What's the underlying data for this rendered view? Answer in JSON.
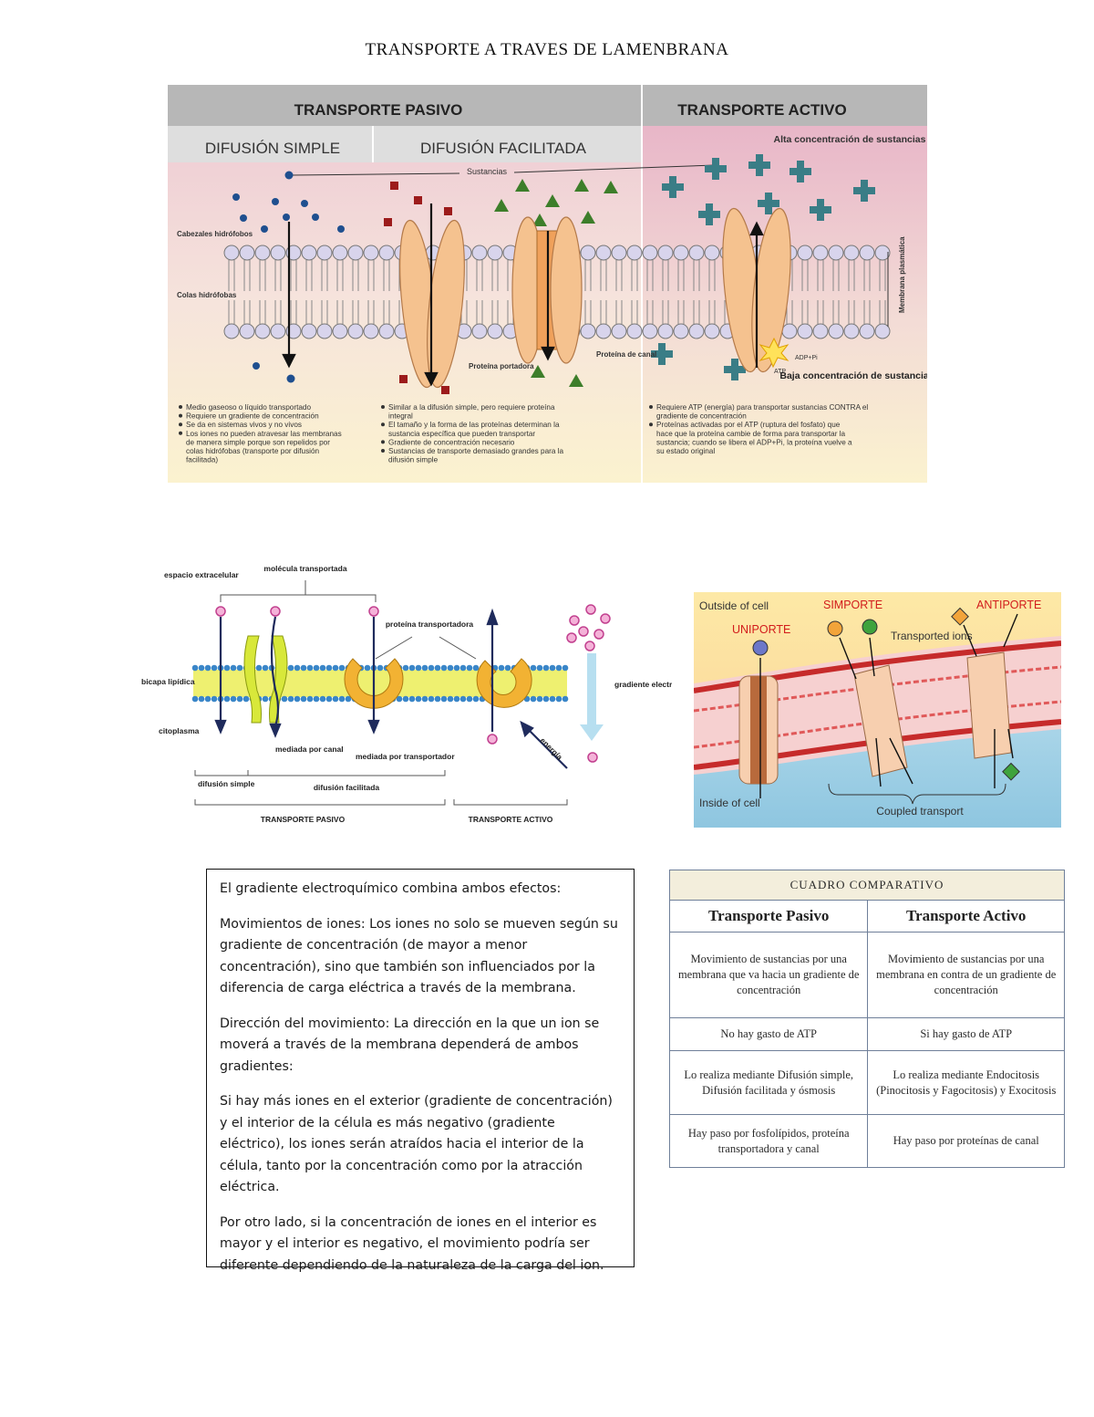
{
  "page": {
    "title": "TRANSPORTE A TRAVES DE LAMENBRANA"
  },
  "figure1": {
    "header_pasivo": "TRANSPORTE PASIVO",
    "header_activo": "TRANSPORTE ACTIVO",
    "sub_simple": "DIFUSIÓN SIMPLE",
    "sub_facilitada": "DIFUSIÓN FACILITADA",
    "label_sustancias": "Sustancias",
    "label_alta": "Alta concentración de sustancias",
    "label_baja": "Baja concentración de sustancias",
    "label_cabezales": "Cabezales hidrófobos",
    "label_colas": "Colas hidrófobas",
    "label_membrana": "Membrana plasmática",
    "label_portadora": "Proteína portadora",
    "label_canal": "Proteína de canal",
    "label_atp": "ATP",
    "label_adp": "ADP+Pi",
    "notes_simple": [
      "Medio gaseoso o líquido transportado",
      "Requiere un gradiente de concentración",
      "Se da en sistemas vivos y no vivos",
      "Los iones no pueden atravesar las membranas de manera simple porque son repelidos por colas hidrófobas (transporte por difusión facilitada)"
    ],
    "notes_facilitada": [
      "Similar a la difusión simple, pero requiere proteína integral",
      "El tamaño y la forma de las proteínas determinan la sustancia específica que pueden transportar",
      "Gradiente de concentración necesario",
      "Sustancias de transporte demasiado grandes para la difusión simple"
    ],
    "notes_activo": [
      "Requiere ATP (energía) para transportar sustancias CONTRA el gradiente de concentración",
      "Proteínas activadas por el ATP (ruptura del fosfato) que hace que la proteína cambie de forma para transportar la sustancia; cuando se libera el ADP+Pi, la proteína vuelve a su estado original"
    ]
  },
  "figure2": {
    "label_espacio": "espacio extracelular",
    "label_molecula": "molécula transportada",
    "label_proteina": "proteína transportadora",
    "label_bicapa": "bicapa lipídica",
    "label_citoplasma": "citoplasma",
    "label_gradiente": "gradiente electroquímico",
    "label_canal": "mediada por canal",
    "label_transportador": "mediada por transportador",
    "label_energia": "energía",
    "label_difusion_simple": "difusión simple",
    "label_difusion_facilitada": "difusión facilitada",
    "label_pasivo": "TRANSPORTE PASIVO",
    "label_activo": "TRANSPORTE ACTIVO"
  },
  "figure3": {
    "label_outside": "Outside of cell",
    "label_inside": "Inside of cell",
    "label_uniporte": "UNIPORTE",
    "label_simporte": "SIMPORTE",
    "label_antiporte": "ANTIPORTE",
    "label_transported": "Transported ions",
    "label_coupled": "Coupled transport"
  },
  "textbox": {
    "p1": "El gradiente electroquímico combina ambos efectos:",
    "p2": "Movimientos de iones: Los iones no solo se mueven según su gradiente de concentración (de mayor a menor concentración), sino que también son influenciados por la diferencia de carga eléctrica a través de la membrana.",
    "p3": "Dirección del movimiento: La dirección en la que un ion se moverá a través de la membrana dependerá de ambos gradientes:",
    "p4": "Si hay más iones en el exterior (gradiente de concentración) y el interior de la célula es más negativo (gradiente eléctrico), los iones serán atraídos hacia el interior de la célula, tanto por la concentración como por la atracción eléctrica.",
    "p5": "Por otro lado, si la concentración de iones en el interior es mayor y el interior es negativo, el movimiento podría ser diferente dependiendo de la naturaleza de la carga del ion."
  },
  "comparativo": {
    "caption": "CUADRO COMPARATIVO",
    "col_pasivo": "Transporte Pasivo",
    "col_activo": "Transporte Activo",
    "rows": [
      [
        "Movimiento de sustancias por una membrana que va hacia un gradiente de concentración",
        "Movimiento de sustancias por una membrana en contra de un gradiente de concentración"
      ],
      [
        "No hay gasto de ATP",
        "Si hay gasto de ATP"
      ],
      [
        "Lo realiza mediante Difusión simple, Difusión facilitada y ósmosis",
        "Lo realiza mediante Endocitosis (Pinocitosis y Fagocitosis) y Exocitosis"
      ],
      [
        "Hay paso por fosfolípidos, proteína transportadora y canal",
        "Hay paso por proteínas de canal"
      ]
    ]
  }
}
